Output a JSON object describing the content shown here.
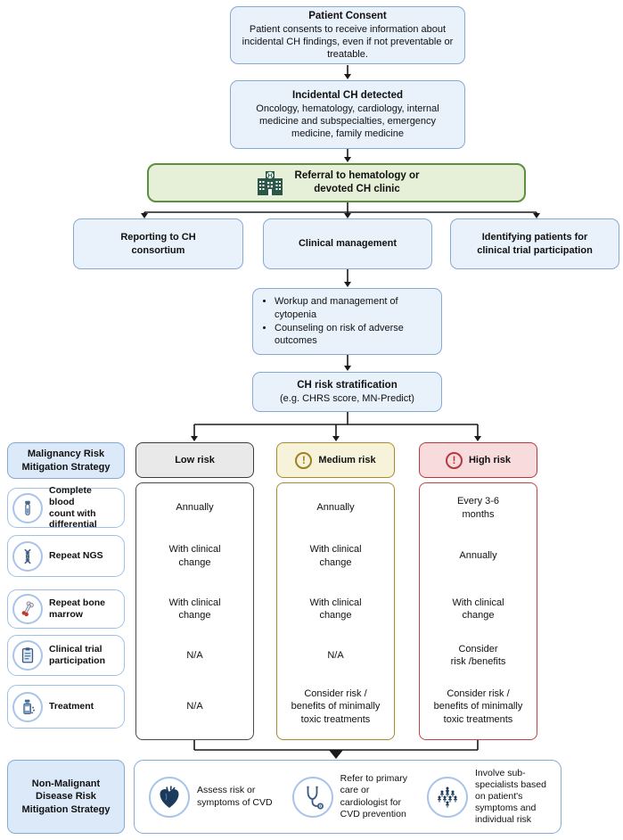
{
  "palette": {
    "light_blue_fill": "#e9f1fb",
    "blue_border": "#85aad5",
    "title_fill": "#dce9f8",
    "green_fill": "#e6efd7",
    "green_border": "#5c8f3e",
    "dark_green_icon": "#2a5747",
    "gray_header_fill": "#e9e9e9",
    "gray_border": "#3d3d3d",
    "gold_header_fill": "#f7f2da",
    "gold_border": "#a88c28",
    "red_header_fill": "#f8dbdc",
    "red_border": "#b5383f",
    "icon_navy": "#1c3a5c"
  },
  "flow": {
    "patient_consent": {
      "title": "Patient Consent",
      "body": "Patient consents to receive information about incidental CH findings, even if not preventable or treatable."
    },
    "incidental_ch": {
      "title": "Incidental CH detected",
      "body": "Oncology, hematology, cardiology, internal medicine and subspecialties, emergency medicine, family medicine"
    },
    "referral": {
      "label": "Referral to hematology or\ndevoted CH clinic",
      "icon": "hospital-icon"
    },
    "branches": [
      {
        "label": "Reporting to CH\nconsortium"
      },
      {
        "label": "Clinical management"
      },
      {
        "label": "Identifying patients for\nclinical trial participation"
      }
    ],
    "workup": {
      "bullets": [
        "Workup and management of cytopenia",
        "Counseling on risk of adverse outcomes"
      ]
    },
    "stratification": {
      "title": "CH risk stratification",
      "subtitle": "(e.g. CHRS score, MN-Predict)"
    }
  },
  "malignancy": {
    "title": "Malignancy Risk\nMitigation Strategy",
    "columns": [
      {
        "label": "Low risk",
        "has_warning_icon": false
      },
      {
        "label": "Medium risk",
        "has_warning_icon": true,
        "icon_glyph": "!"
      },
      {
        "label": "High risk",
        "has_warning_icon": true,
        "icon_glyph": "!"
      }
    ],
    "rows": [
      {
        "label": "Complete blood\ncount with\ndifferential",
        "icon": "blood-tube-icon",
        "low": "Annually",
        "medium": "Annually",
        "high": "Every 3-6\nmonths"
      },
      {
        "label": "Repeat NGS",
        "icon": "dna-icon",
        "low": "With clinical\nchange",
        "medium": "With clinical\nchange",
        "high": "Annually"
      },
      {
        "label": "Repeat bone\nmarrow",
        "icon": "bone-icon",
        "low": "With clinical\nchange",
        "medium": "With clinical\nchange",
        "high": "With clinical\nchange"
      },
      {
        "label": "Clinical trial\nparticipation",
        "icon": "clipboard-icon",
        "low": "N/A",
        "medium": "N/A",
        "high": "Consider\nrisk /benefits"
      },
      {
        "label": "Treatment",
        "icon": "medicine-bottle-icon",
        "low": "N/A",
        "medium": "Consider risk /\nbenefits of minimally\ntoxic treatments",
        "high": "Consider risk /\nbenefits of minimally\ntoxic treatments"
      }
    ]
  },
  "non_malignant": {
    "title": "Non-Malignant\nDisease Risk\nMitigation Strategy",
    "items": [
      {
        "icon": "heart-icon",
        "label": "Assess risk or\nsymptoms of CVD"
      },
      {
        "icon": "stethoscope-icon",
        "label": "Refer to primary\ncare or\ncardiologist for\nCVD prevention"
      },
      {
        "icon": "people-icon",
        "label": "Involve sub-\nspecialists based\non patient's\nsymptoms and\nindividual risk"
      }
    ]
  }
}
